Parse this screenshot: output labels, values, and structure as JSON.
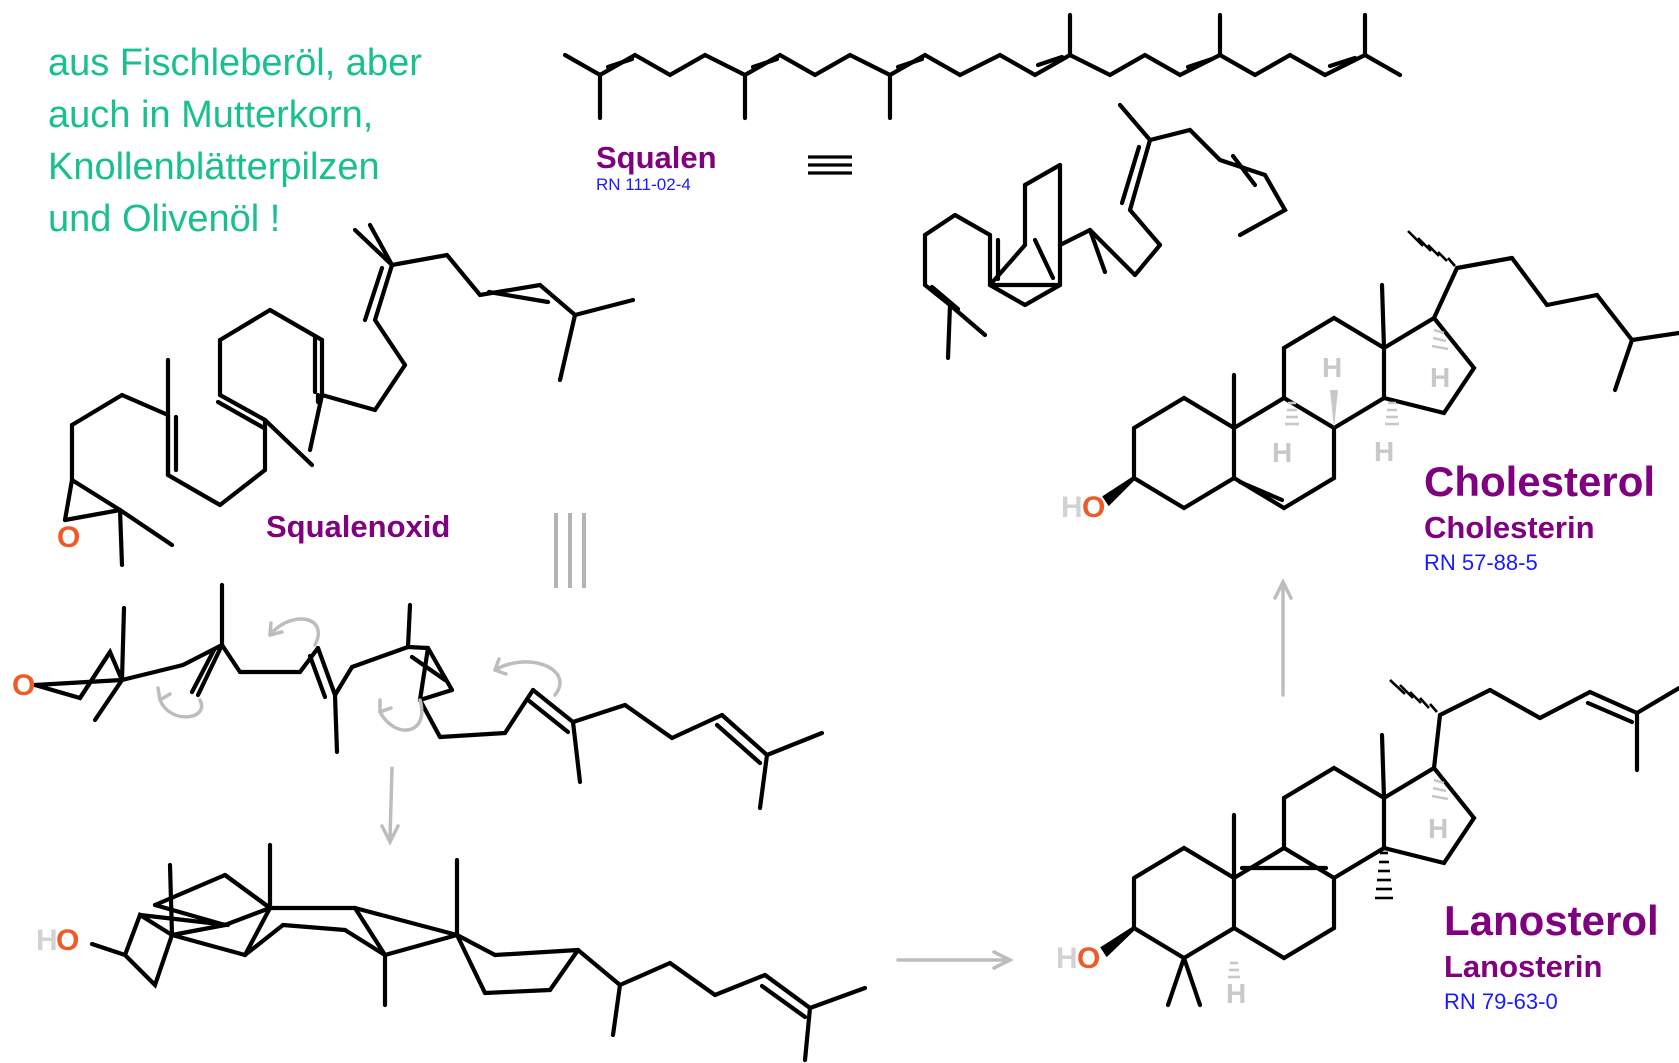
{
  "note": {
    "lines": [
      "aus Fischleberöl, aber",
      "auch in Mutterkorn,",
      "Knollenblätterpilzen",
      "und Olivenöl !"
    ]
  },
  "squalen": {
    "name": "Squalen",
    "rn": "RN 111-02-4"
  },
  "squalenoxid": {
    "name": "Squalenoxid"
  },
  "cholesterol": {
    "name": "Cholesterol",
    "alt_name": "Cholesterin",
    "rn": "RN 57-88-5"
  },
  "lanosterol": {
    "name": "Lanosterol",
    "alt_name": "Lanosterin",
    "rn": "RN 79-63-0"
  },
  "atoms": {
    "oxygen": "O",
    "hydrogen": "H"
  },
  "colors": {
    "compound_name": "#800080",
    "registry_number": "#1a1aff",
    "note_text": "#19c08f",
    "oxygen": "#f05a28",
    "hydrogen": "#d2d2d2",
    "arrow": "#bdbdbd"
  }
}
